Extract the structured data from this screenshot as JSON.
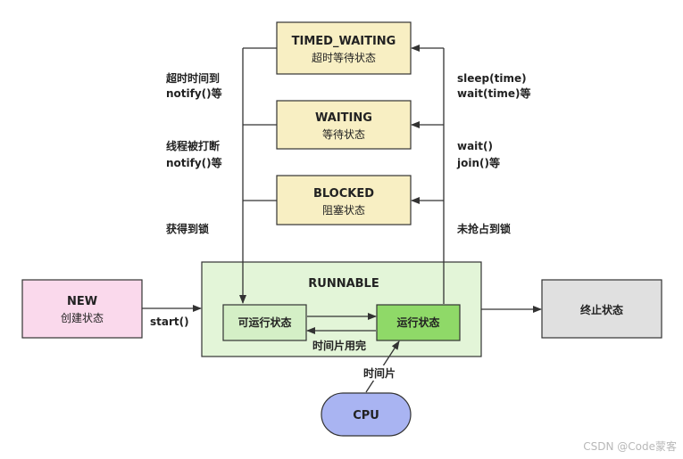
{
  "states": {
    "timed_waiting": {
      "title": "TIMED_WAITING",
      "subtitle": "超时等待状态"
    },
    "waiting": {
      "title": "WAITING",
      "subtitle": "等待状态"
    },
    "blocked": {
      "title": "BLOCKED",
      "subtitle": "阻塞状态"
    },
    "new": {
      "title": "NEW",
      "subtitle": "创建状态"
    },
    "runnable": {
      "title": "RUNNABLE",
      "ready": "可运行状态",
      "running": "运行状态"
    },
    "terminated": {
      "title": "终止状态"
    },
    "cpu": {
      "title": "CPU"
    }
  },
  "labels": {
    "left_timed": [
      "超时时间到",
      "notify()等"
    ],
    "left_waiting": [
      "线程被打断",
      "notify()等"
    ],
    "left_blocked": "获得到锁",
    "right_timed": [
      "sleep(time)",
      "wait(time)等"
    ],
    "right_waiting": [
      "wait()",
      "join()等"
    ],
    "right_blocked": "未抢占到锁",
    "start": "start()",
    "timeslice_done": "时间片用完",
    "timeslice": "时间片"
  },
  "colors": {
    "wait_fill": "#f8efc3",
    "new_fill": "#fad9ec",
    "runnable_fill": "#e3f5d8",
    "ready_fill": "#d4efc6",
    "running_fill": "#8fd968",
    "terminated_fill": "#e0e0e0",
    "cpu_fill": "#a9b4f2",
    "stroke": "#333333"
  },
  "watermark": "CSDN @Code蒙客"
}
